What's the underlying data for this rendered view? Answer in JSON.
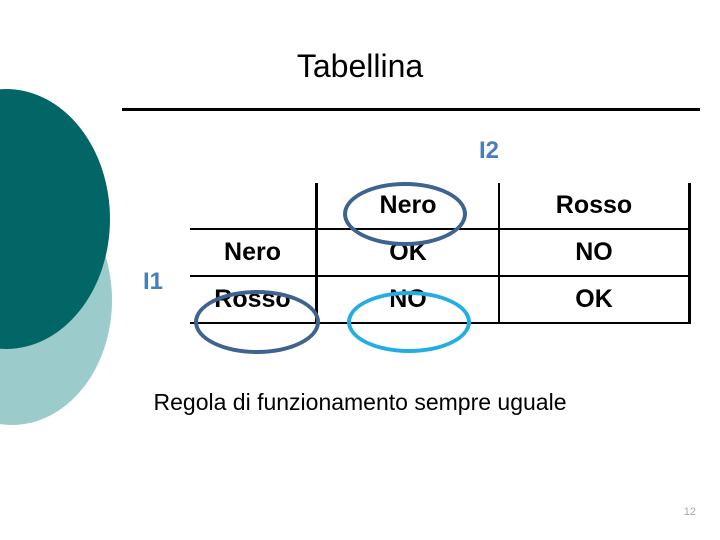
{
  "slide": {
    "title": "Tabellina",
    "caption": "Regola di funzionamento sempre uguale",
    "page_number": "12"
  },
  "axis_labels": {
    "row_axis": "I1",
    "column_axis": "I2"
  },
  "table": {
    "column_headers": [
      "",
      "Nero",
      "Rosso"
    ],
    "rows": [
      {
        "header": "Nero",
        "cells": [
          "OK",
          "NO"
        ]
      },
      {
        "header": "Rosso",
        "cells": [
          "NO",
          "OK"
        ]
      }
    ]
  },
  "highlights": [
    {
      "name": "header-nero",
      "style": "dark-blue-ellipse"
    },
    {
      "name": "row-rosso",
      "style": "dark-blue-ellipse"
    },
    {
      "name": "cell-no",
      "style": "cyan-ellipse"
    }
  ],
  "colors": {
    "ok": "#00A550",
    "no": "#ED1C24",
    "axis_label": "#4A7EBB",
    "ellipse_dark": "#3E6390",
    "ellipse_cyan": "#22AEE5",
    "deco_dark_teal": "#036666",
    "deco_light_teal": "#9CCBCB",
    "page_number": "#A6A6A6"
  }
}
